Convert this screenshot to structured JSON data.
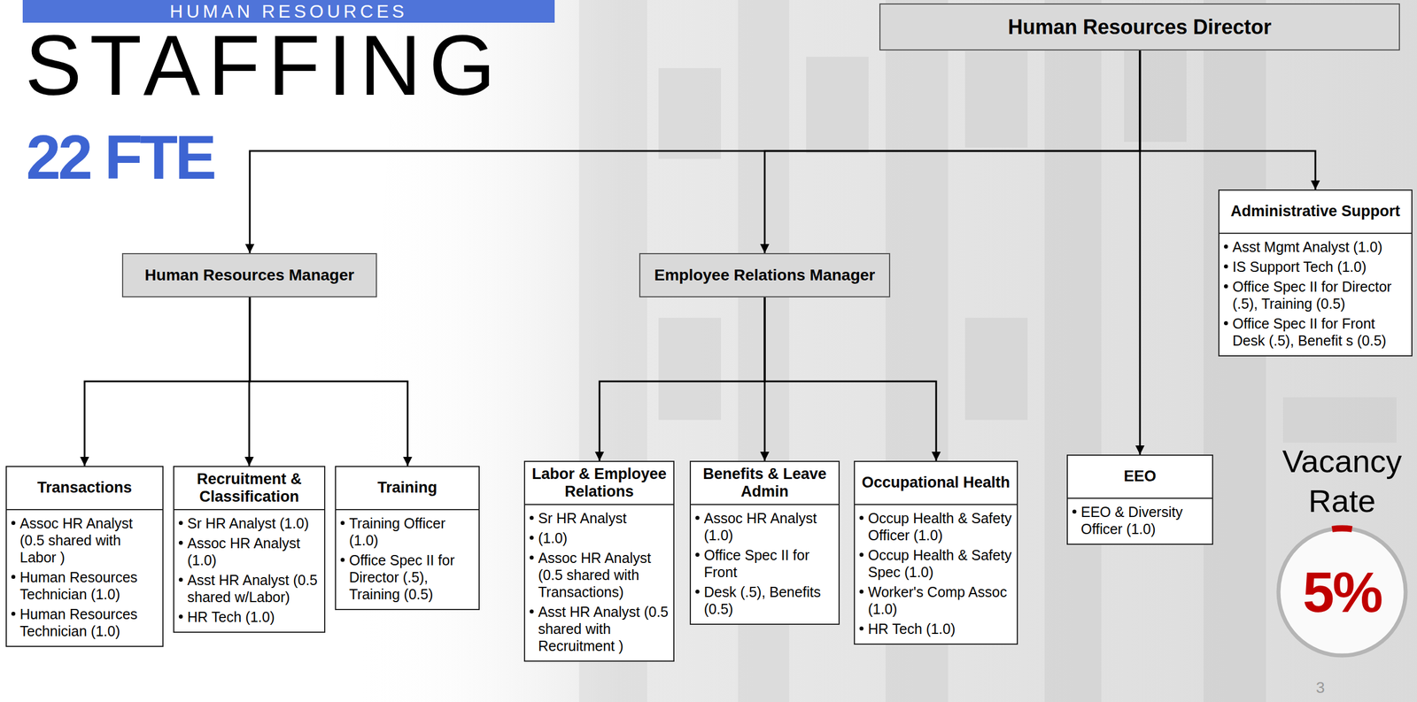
{
  "diagram": {
    "title": "STAFFING",
    "nodes": [
      {
        "text": [
          "Human Resources Director"
        ]
      },
      {
        "text": [
          "Human Resources Manager"
        ]
      },
      {
        "text": [
          "Employee Relations Manager"
        ]
      },
      {
        "text": [
          "Administrative Support",
          "Asst Mgmt Analyst (1.0)",
          "IS Support Tech (1.0)",
          "Office Spec II for Director (.5), Training (0.5)",
          "Office Spec II for Front Desk (.5), Benefit s (0.5)"
        ]
      },
      {
        "text": [
          "Transactions",
          "Assoc HR Analyst (0.5 shared with Labor )",
          "Human Resources Technician (1.0)",
          "Human Resources Technician (1.0)"
        ]
      },
      {
        "text": [
          "Recruitment & Classification",
          "Sr HR Analyst (1.0)",
          "Assoc HR Analyst (1.0)",
          "Asst HR Analyst (0.5 shared w/Labor)",
          "HR Tech (1.0)"
        ]
      },
      {
        "text": [
          "Training",
          "Training Officer (1.0)",
          "Office Spec II for Director (.5), Training (0.5)"
        ]
      },
      {
        "text": [
          "Labor & Employee Relations",
          "Sr HR Analyst",
          "(1.0)",
          "Assoc HR Analyst (0.5 shared with Transactions)",
          "Asst HR Analyst (0.5 shared with Recruitment )"
        ]
      },
      {
        "text": [
          "Benefits & Leave Admin",
          "Assoc HR Analyst (1.0)",
          "Office Spec II for Front",
          "Desk (.5), Benefits (0.5)"
        ]
      },
      {
        "text": [
          "Occupational Health",
          "Occup Health & Safety Officer (1.0)",
          "Occup Health & Safety Spec (1.0)",
          "Worker's Comp Assoc (1.0)",
          "HR Tech (1.0)"
        ]
      },
      {
        "text": [
          "EEO",
          "EEO & Diversity Officer (1.0)"
        ]
      }
    ],
    "edges": [
      {
        "from": 0,
        "to": 1,
        "arrow": "to"
      },
      {
        "from": 0,
        "to": 2,
        "arrow": "to"
      },
      {
        "from": 0,
        "to": 3,
        "arrow": "to"
      },
      {
        "from": 0,
        "to": 10,
        "arrow": "to"
      },
      {
        "from": 1,
        "to": 4,
        "arrow": "to"
      },
      {
        "from": 1,
        "to": 5,
        "arrow": "to"
      },
      {
        "from": 1,
        "to": 6,
        "arrow": "to"
      },
      {
        "from": 2,
        "to": 7,
        "arrow": "to"
      },
      {
        "from": 2,
        "to": 8,
        "arrow": "to"
      },
      {
        "from": 2,
        "to": 9,
        "arrow": "to"
      }
    ],
    "labels": [
      "HUMAN RESOURCES",
      "22 FTE",
      "Vacancy Rate",
      "5%",
      "3"
    ]
  }
}
